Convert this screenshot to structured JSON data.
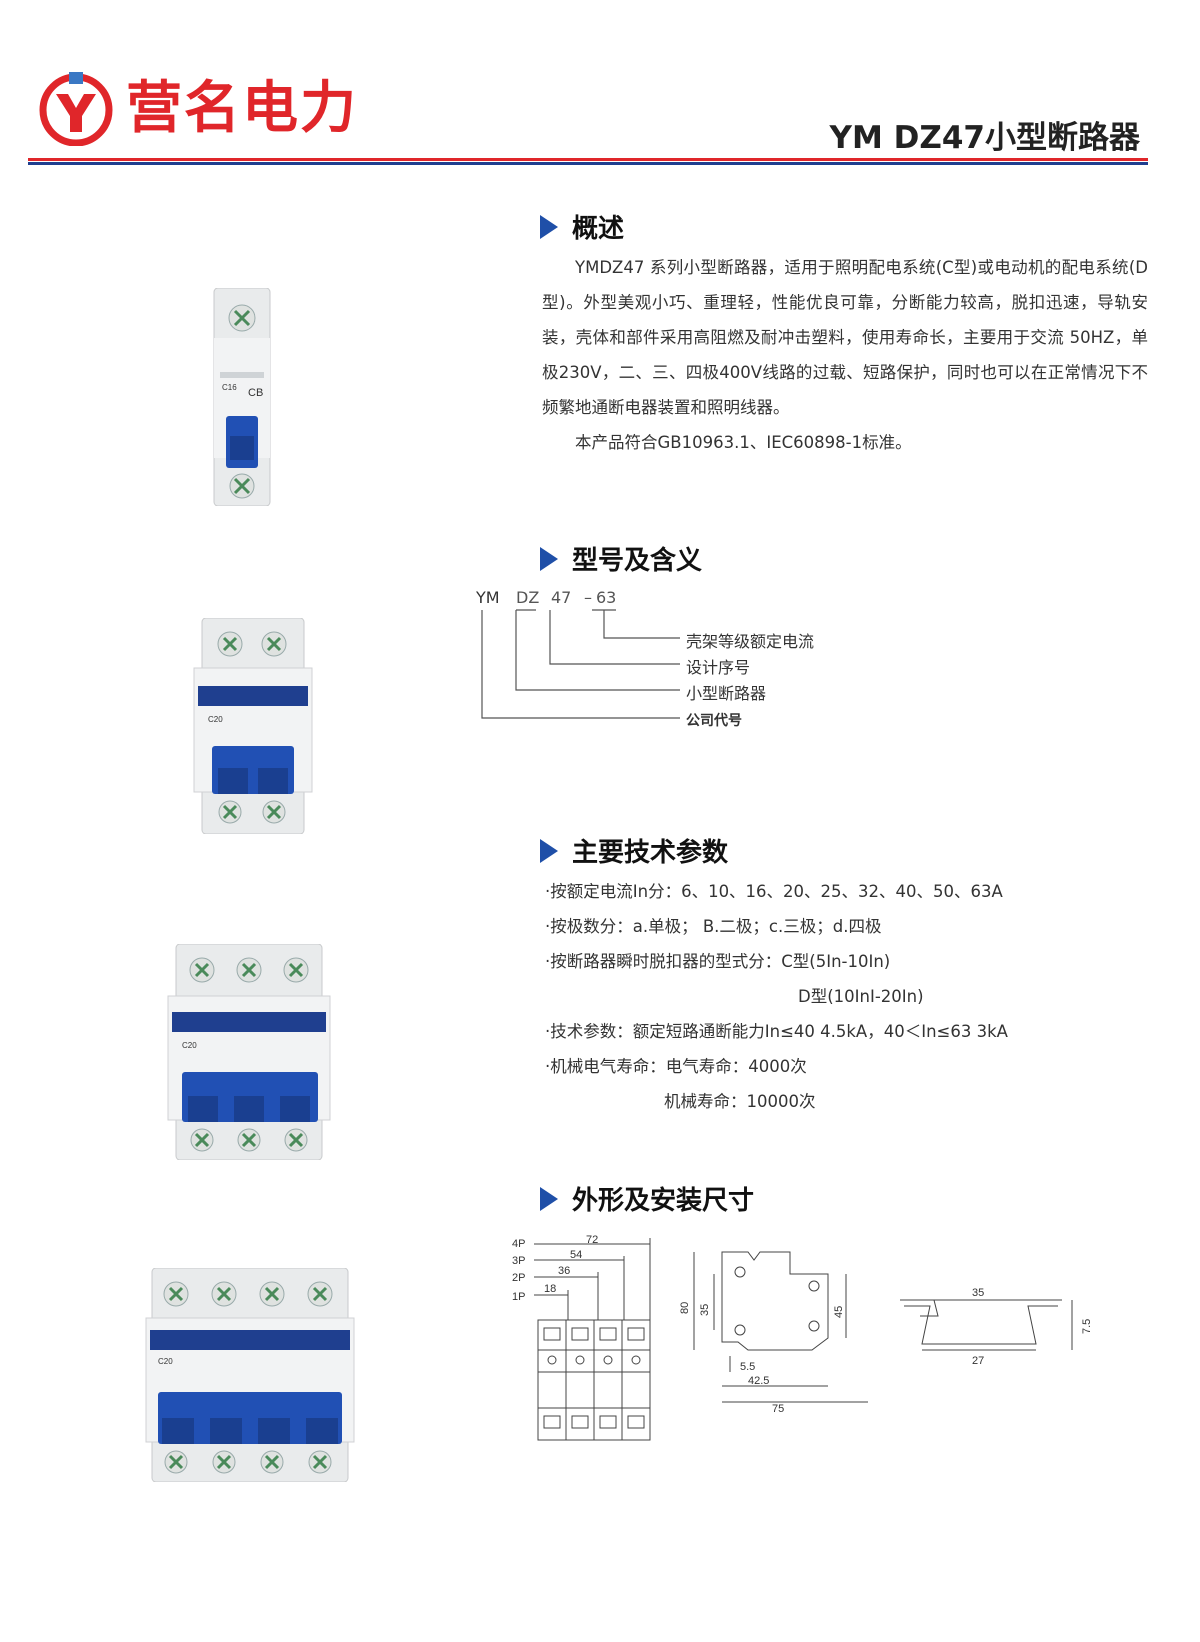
{
  "header": {
    "brand": "营名电力",
    "title": "YM DZ47小型断路器"
  },
  "overview": {
    "heading": "概述",
    "paragraph1": "YMDZ47 系列小型断路器，适用于照明配电系统(C型)或电动机的配电系统(D型)。外型美观小巧、重理轻，性能优良可靠，分断能力较高，脱扣迅速，导轨安装，壳体和部件采用高阻燃及耐冲击塑料，使用寿命长，主要用于交流 50HZ，单极230V，二、三、四极400V线路的过载、短路保护，同时也可以在正常情况下不频繁地通断电器装置和照明线器。",
    "paragraph2": "本产品符合GB10963.1、IEC60898-1标准。"
  },
  "model": {
    "heading": "型号及含义",
    "codes": [
      "YM",
      "DZ",
      "47",
      "–",
      "63"
    ],
    "meanings": [
      "壳架等级额定电流",
      "设计序号",
      "小型断路器",
      "公司代号"
    ]
  },
  "params": {
    "heading": "主要技术参数",
    "lines": [
      "·按额定电流In分：6、10、16、20、25、32、40、50、63A",
      "·按极数分：a.单极；  B.二极；c.三极；d.四极",
      "·按断路器瞬时脱扣器的型式分：C型(5In-10In)",
      "D型(10InI-20In)",
      "·技术参数：额定短路通断能力In≤40  4.5kA，40＜In≤63  3kA",
      "·机械电气寿命：电气寿命：4000次",
      "机械寿命：10000次"
    ]
  },
  "dimensions": {
    "heading": "外形及安装尺寸",
    "front": {
      "poles": [
        "4P",
        "3P",
        "2P",
        "1P"
      ],
      "widths": [
        "72",
        "54",
        "36",
        "18"
      ]
    },
    "side": {
      "h_total": "80",
      "h_inner": "35",
      "h_right": "45",
      "d1": "5.5",
      "d2": "42.5",
      "d3": "75"
    },
    "rail": {
      "top": "35",
      "bottom": "27",
      "height": "7.5"
    }
  },
  "products": {
    "p1": {
      "rating": "C16",
      "mark": "CB"
    },
    "p2": {
      "rating": "C20"
    },
    "p3": {
      "rating": "C20"
    },
    "p4": {
      "rating": "C20"
    }
  },
  "colors": {
    "brand_red": "#e0262a",
    "accent_blue": "#1f4fa8",
    "breaker_blue": "#2150b4"
  }
}
